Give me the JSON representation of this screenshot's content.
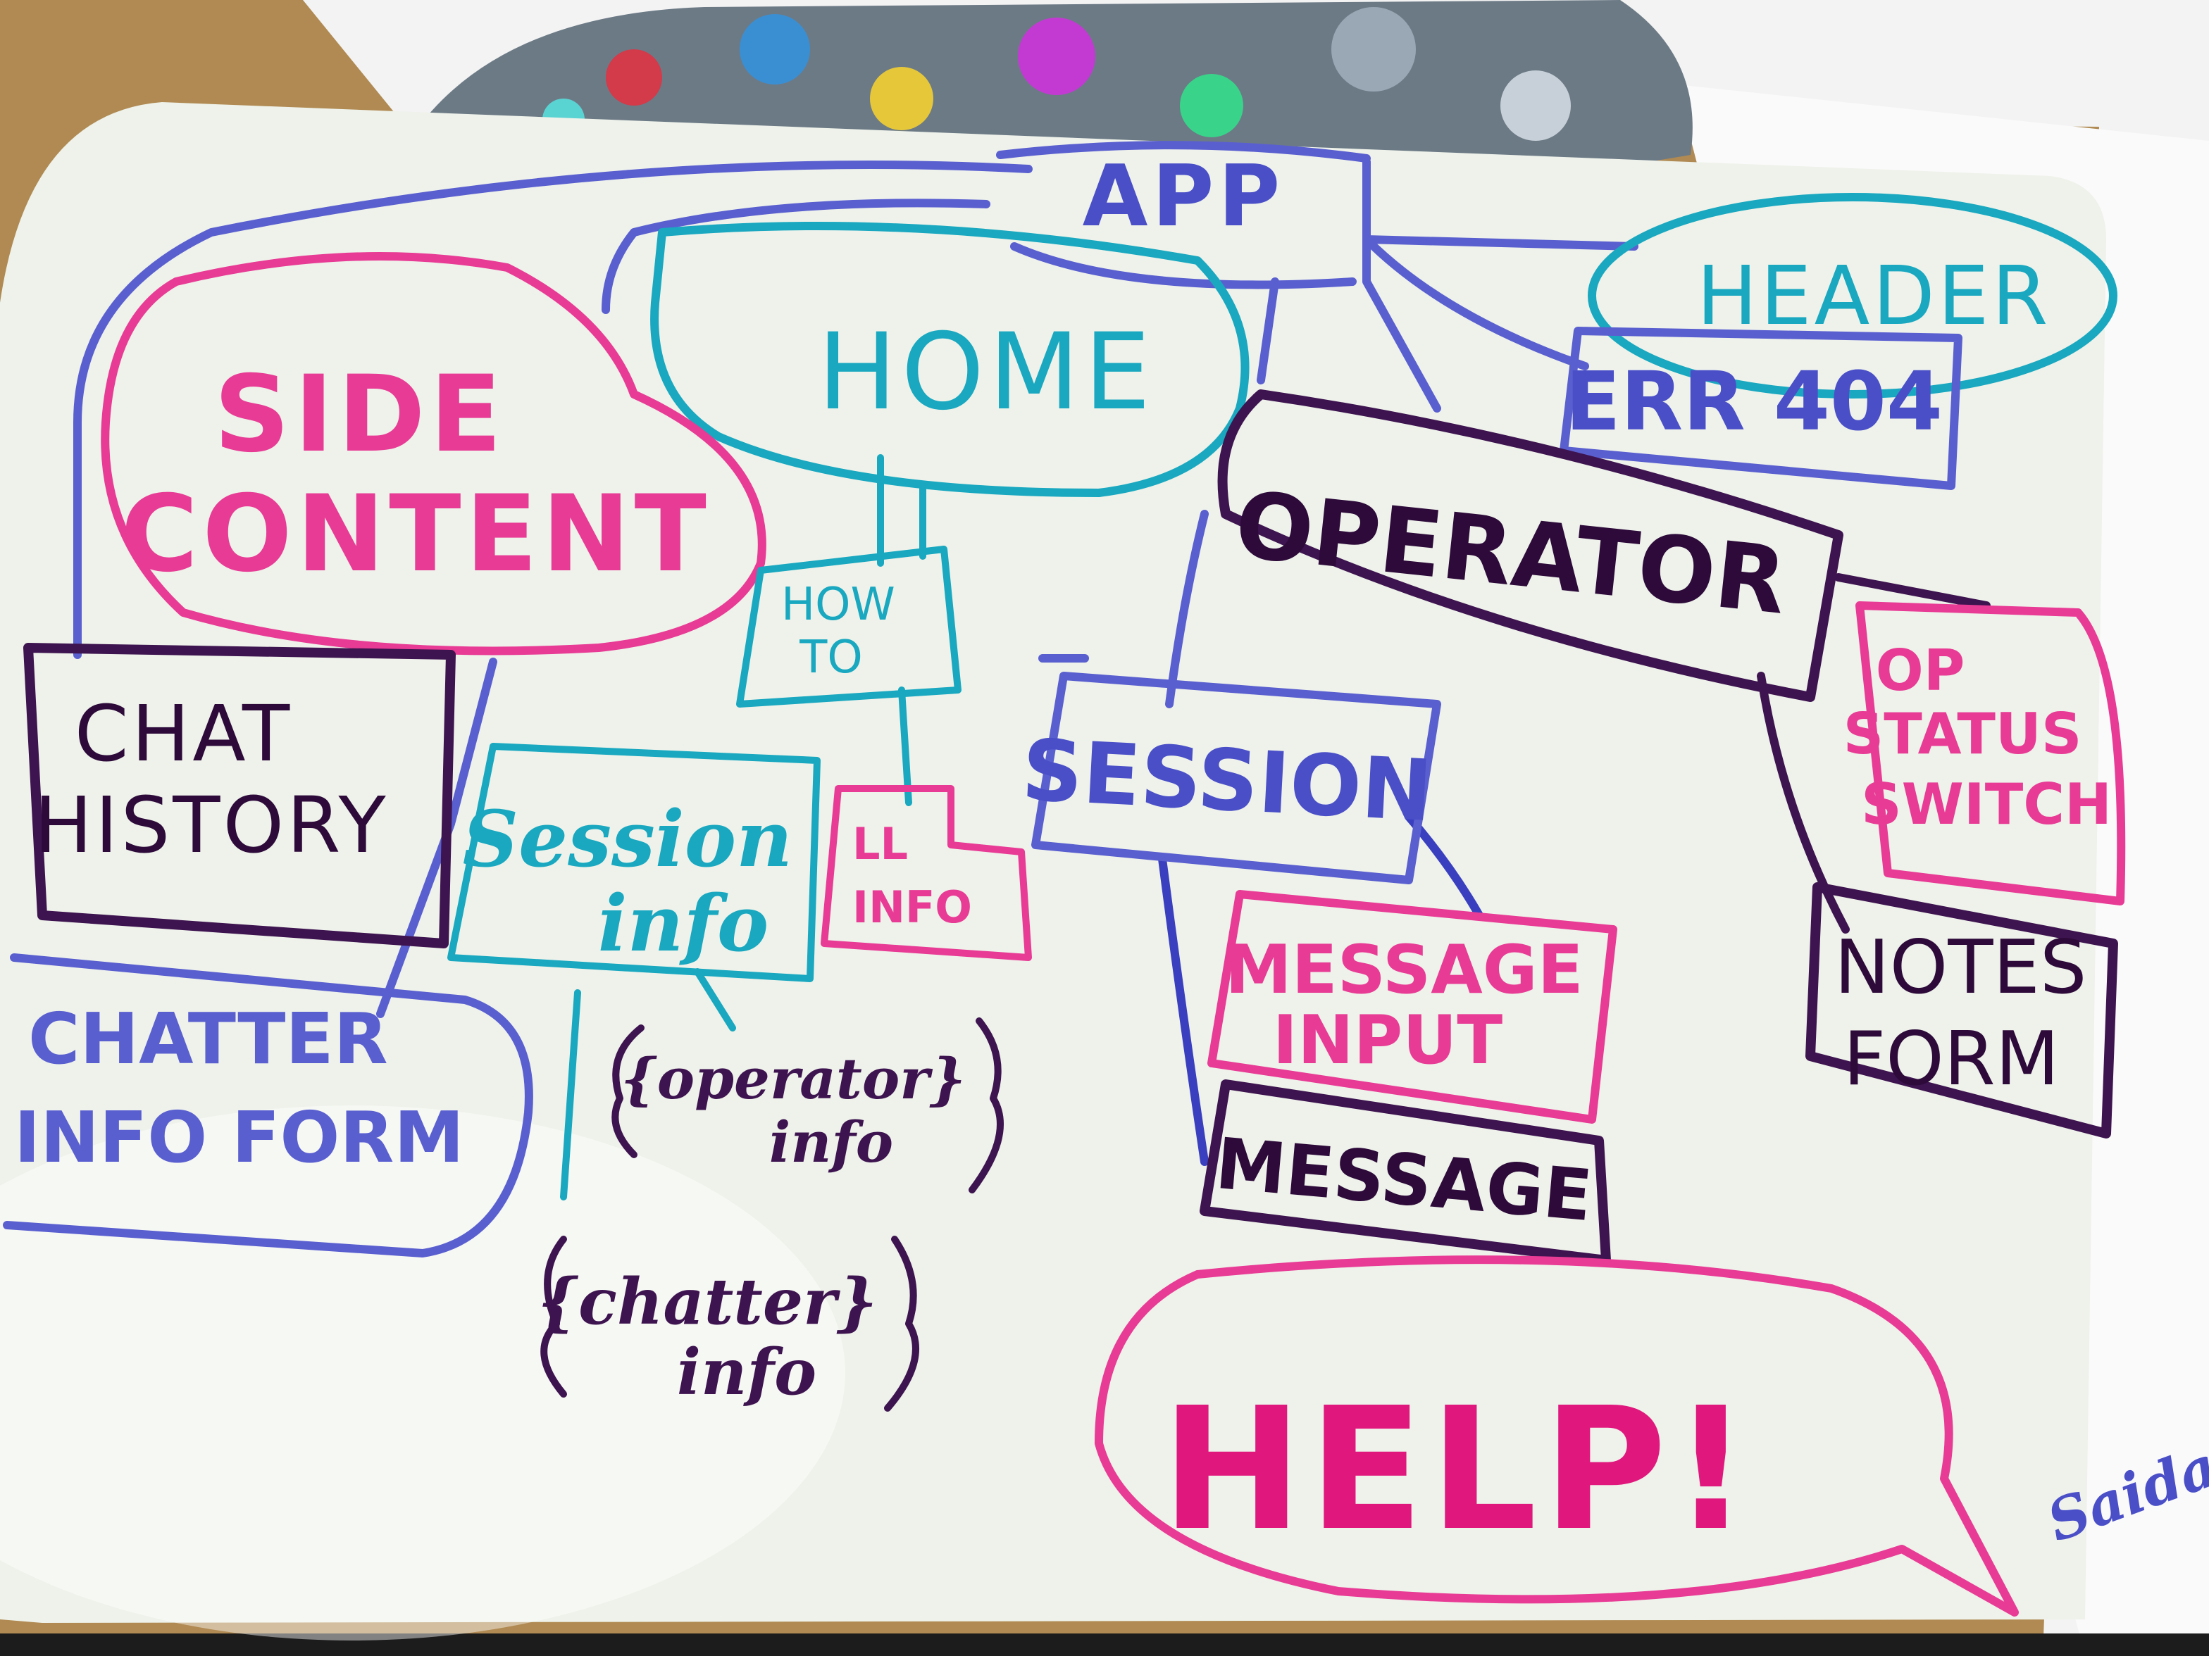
{
  "diagram": {
    "nodes": {
      "app": "APP",
      "header": "HEADER",
      "err404": "ERR 404",
      "home": "HOME",
      "side_content": [
        "SIDE",
        "CONTENT"
      ],
      "how_to": [
        "HOW",
        "TO"
      ],
      "ll_info": [
        "LL",
        "INFO"
      ],
      "operator": "OPERATOR",
      "op_status_switch": [
        "OP",
        "STATUS",
        "SWITCH"
      ],
      "notes_form": [
        "NOTES",
        "FORM"
      ],
      "session": "SESSION",
      "message_input": [
        "MESSAGE",
        "INPUT"
      ],
      "message": "MESSAGE",
      "chat_history": [
        "CHAT",
        "HISTORY"
      ],
      "chatter_info_form": [
        "CHATTER",
        "INFO FORM"
      ],
      "session_info": [
        "Session",
        "info"
      ],
      "operator_info": [
        "{operator}",
        "info"
      ],
      "chatter_info": [
        "{chatter}",
        "info"
      ],
      "help": "HELP!"
    },
    "signature": "Saida",
    "colors": {
      "blue": "#5a5fd0",
      "teal": "#19a8c0",
      "pink": "#e83b95",
      "purple": "#3e1450",
      "board": "#eef2ea"
    }
  }
}
